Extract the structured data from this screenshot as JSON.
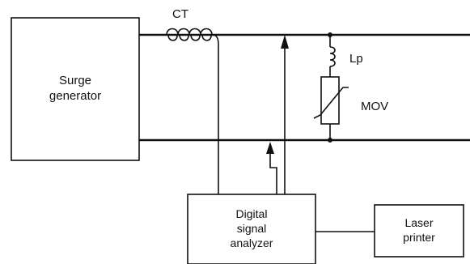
{
  "blocks": {
    "surge_generator": [
      "Surge",
      "generator"
    ],
    "analyzer": [
      "Digital",
      "signal",
      "analyzer"
    ],
    "printer": [
      "Laser",
      "printer"
    ]
  },
  "labels": {
    "ct": "CT",
    "lp": "Lp",
    "mov": "MOV"
  }
}
